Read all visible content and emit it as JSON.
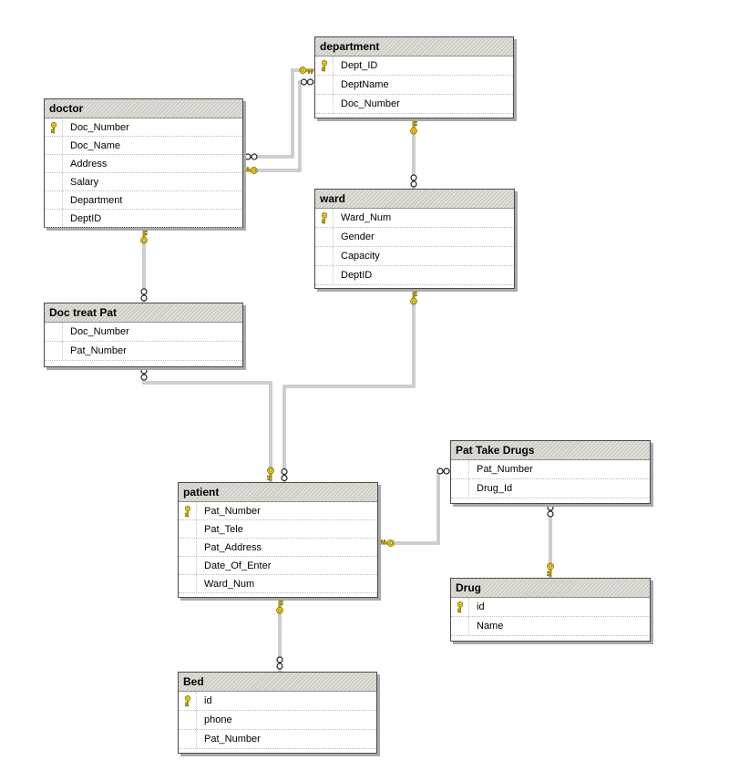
{
  "diagram": {
    "tables": [
      {
        "name": "department",
        "fields": [
          {
            "label": "Dept_ID",
            "pk": true
          },
          {
            "label": "DeptName",
            "pk": false
          },
          {
            "label": "Doc_Number",
            "pk": false
          }
        ]
      },
      {
        "name": "doctor",
        "fields": [
          {
            "label": "Doc_Number",
            "pk": true
          },
          {
            "label": "Doc_Name",
            "pk": false
          },
          {
            "label": "Address",
            "pk": false
          },
          {
            "label": "Salary",
            "pk": false
          },
          {
            "label": "Department",
            "pk": false
          },
          {
            "label": "DeptID",
            "pk": false
          }
        ]
      },
      {
        "name": "ward",
        "fields": [
          {
            "label": "Ward_Num",
            "pk": true
          },
          {
            "label": "Gender",
            "pk": false
          },
          {
            "label": "Capacity",
            "pk": false
          },
          {
            "label": "DeptID",
            "pk": false
          }
        ]
      },
      {
        "name": "Doc treat Pat",
        "fields": [
          {
            "label": "Doc_Number",
            "pk": false
          },
          {
            "label": "Pat_Number",
            "pk": false
          }
        ]
      },
      {
        "name": "Pat Take Drugs",
        "fields": [
          {
            "label": "Pat_Number",
            "pk": false
          },
          {
            "label": "Drug_Id",
            "pk": false
          }
        ]
      },
      {
        "name": "patient",
        "fields": [
          {
            "label": "Pat_Number",
            "pk": true
          },
          {
            "label": "Pat_Tele",
            "pk": false
          },
          {
            "label": "Pat_Address",
            "pk": false
          },
          {
            "label": "Date_Of_Enter",
            "pk": false
          },
          {
            "label": "Ward_Num",
            "pk": false
          }
        ]
      },
      {
        "name": "Drug",
        "fields": [
          {
            "label": "id",
            "pk": true
          },
          {
            "label": "Name",
            "pk": false
          }
        ]
      },
      {
        "name": "Bed",
        "fields": [
          {
            "label": "id",
            "pk": true
          },
          {
            "label": "phone",
            "pk": false
          },
          {
            "label": "Pat_Number",
            "pk": false
          }
        ]
      }
    ],
    "relationships": [
      {
        "one": "department",
        "many": "doctor"
      },
      {
        "one": "doctor",
        "many": "department"
      },
      {
        "one": "department",
        "many": "ward"
      },
      {
        "one": "doctor",
        "many": "Doc treat Pat"
      },
      {
        "one": "patient",
        "many": "Doc treat Pat"
      },
      {
        "one": "ward",
        "many": "patient"
      },
      {
        "one": "patient",
        "many": "Pat Take Drugs"
      },
      {
        "one": "Drug",
        "many": "Pat Take Drugs"
      },
      {
        "one": "patient",
        "many": "Bed"
      }
    ],
    "icons": {
      "one_side": "key-icon",
      "many_side": "many-icon",
      "primary_key": "key-icon"
    },
    "colors": {
      "background": "#ffffff",
      "header_bg": "#d6d3cb",
      "table_border": "#4a4a4a",
      "shadow": "#a9a9a9",
      "line": "#9d9d9d",
      "key_gold": "#f2cf00"
    }
  }
}
